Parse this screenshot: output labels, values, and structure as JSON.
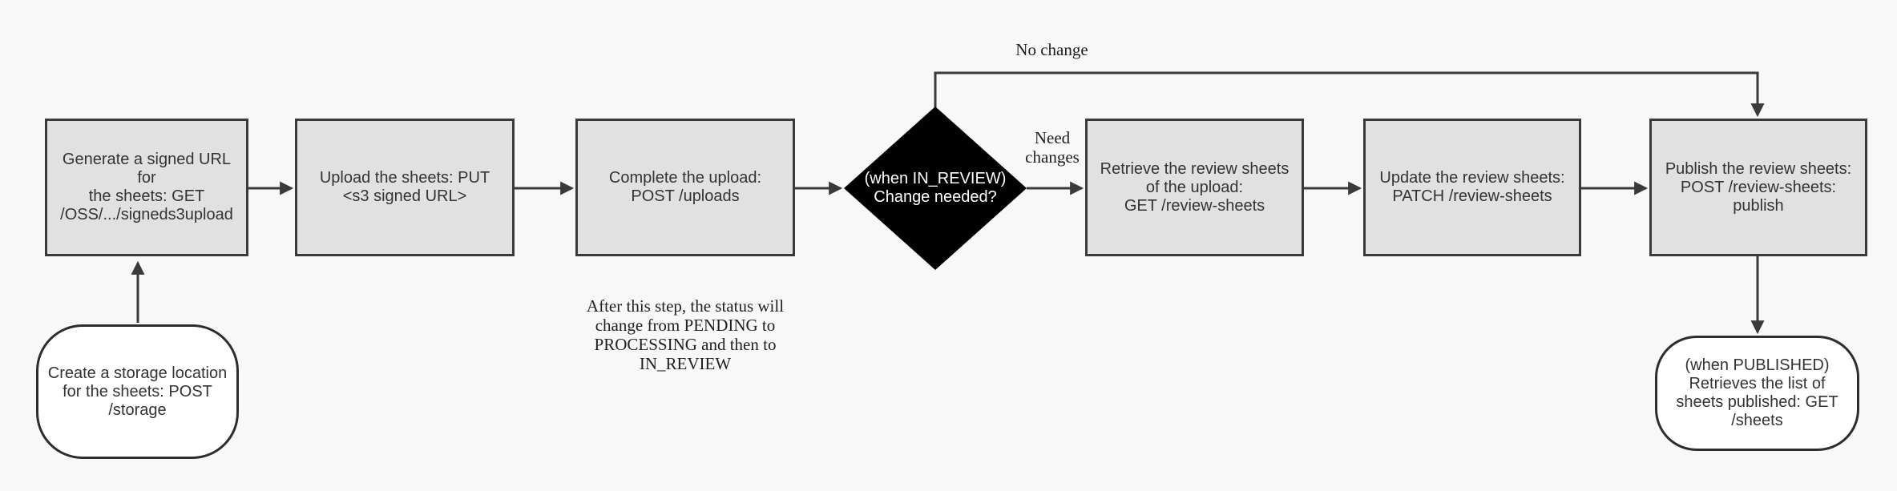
{
  "diagram": {
    "type": "flowchart",
    "colors": {
      "background": "#f8f8f8",
      "process_fill": "#e1e1e1",
      "process_border": "#3a3a3a",
      "decision_fill": "#000000",
      "decision_text": "#ffffff",
      "terminal_fill": "#ffffff",
      "terminal_border": "#2d2d2d",
      "line": "#3a3a3a",
      "text": "#333333"
    },
    "nodes": {
      "create_storage": {
        "shape": "terminal",
        "label": "Create a storage location\nfor the sheets: POST\n/storage"
      },
      "generate_signed_url": {
        "shape": "process",
        "label": "Generate a signed URL for\nthe sheets: GET\n/OSS/.../signeds3upload"
      },
      "upload_sheets": {
        "shape": "process",
        "label": "Upload the sheets: PUT\n<s3 signed URL>"
      },
      "complete_upload": {
        "shape": "process",
        "label": "Complete the upload:\nPOST /uploads"
      },
      "change_needed": {
        "shape": "decision",
        "label": "(when IN_REVIEW)\nChange needed?"
      },
      "retrieve_review_sheets": {
        "shape": "process",
        "label": "Retrieve the review sheets\nof the upload:\nGET /review-sheets"
      },
      "update_review_sheets": {
        "shape": "process",
        "label": "Update the review sheets:\nPATCH /review-sheets"
      },
      "publish_review_sheets": {
        "shape": "process",
        "label": "Publish the review sheets:\nPOST /review-sheets:\npublish"
      },
      "list_published_sheets": {
        "shape": "terminal",
        "label": "(when PUBLISHED)\nRetrieves the list of\nsheets published: GET\n/sheets"
      }
    },
    "edge_labels": {
      "no_change": "No change",
      "need_changes": "Need\nchanges"
    },
    "note": {
      "text": "After this step, the status will\nchange from PENDING to\nPROCESSING and then to\nIN_REVIEW"
    }
  }
}
